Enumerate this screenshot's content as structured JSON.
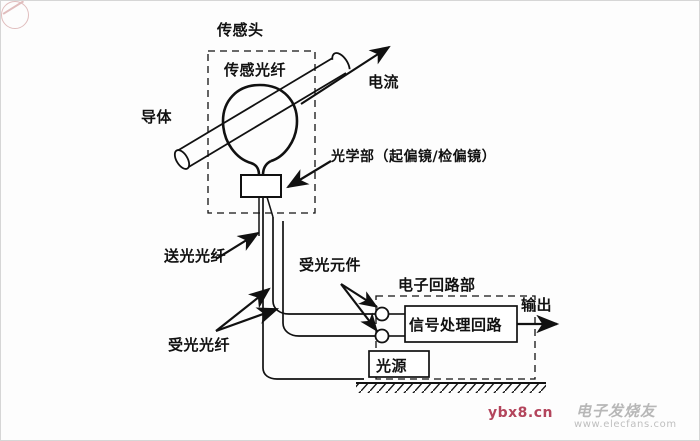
{
  "diagram": {
    "title_present": false,
    "labels": {
      "sensor_head": "传感头",
      "sensing_fiber": "传感光纤",
      "conductor": "导体",
      "current": "电流",
      "optical_section": "光学部（起偏镜/检偏镜）",
      "transmit_fiber": "送光光纤",
      "receive_fiber": "受光光纤",
      "receiving_element": "受光元件",
      "electronic_circuit_section": "电子回路部",
      "signal_processing_circuit": "信号处理回路",
      "light_source": "光源",
      "output": "输出"
    },
    "colors": {
      "stroke": "#111111",
      "background": "#fdfdfd",
      "border": "#d6d6d6",
      "watermark_red": "#b3455c",
      "watermark_gray": "#9a9a9a"
    }
  },
  "watermarks": {
    "site_cn": "ybx8.cn",
    "brand": "电子发烧友",
    "url": "www.elecfans.com"
  }
}
